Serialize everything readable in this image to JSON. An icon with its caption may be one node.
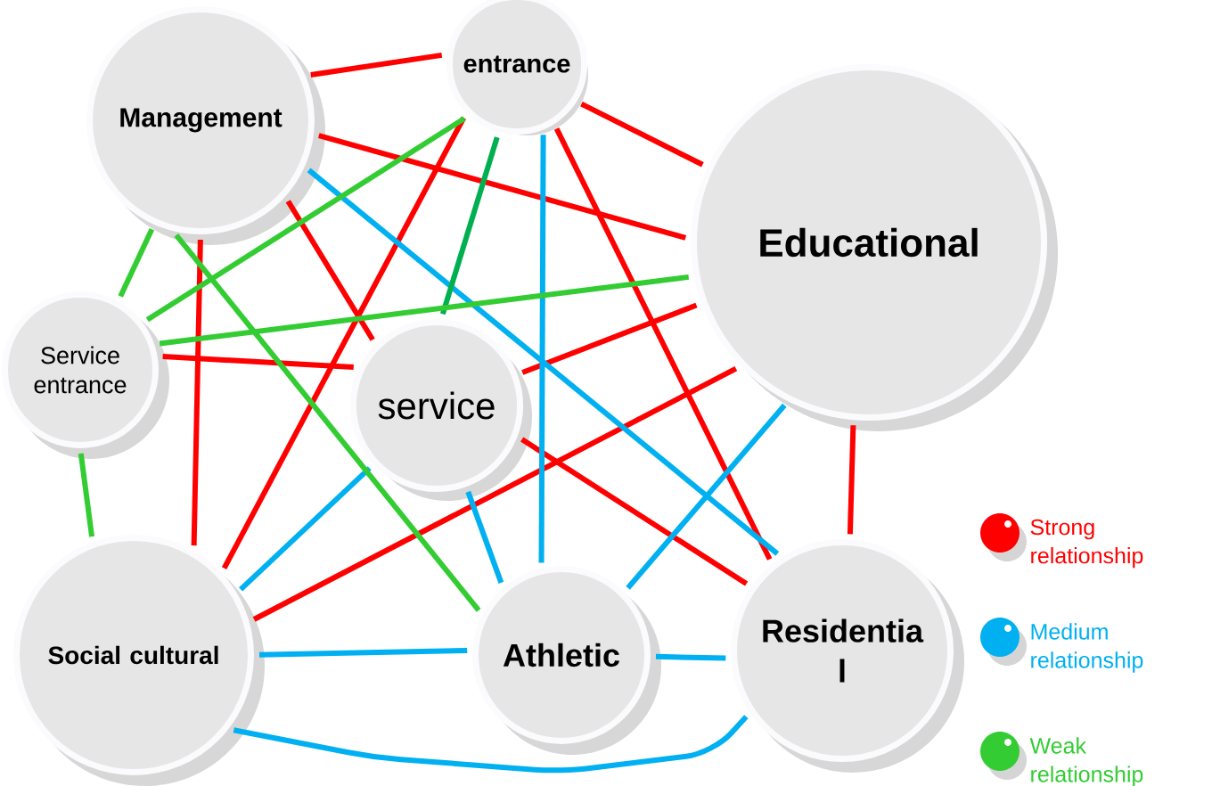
{
  "diagram": {
    "nodes": [
      {
        "text": [
          "Management"
        ]
      },
      {
        "text": [
          "entrance"
        ]
      },
      {
        "text": [
          "Educational"
        ]
      },
      {
        "text": [
          "Service entrance"
        ]
      },
      {
        "text": [
          "service"
        ]
      },
      {
        "text": [
          "Social cultural"
        ]
      },
      {
        "text": [
          "Athletic"
        ]
      },
      {
        "text": [
          "Residentia l"
        ]
      }
    ],
    "edges": [
      {
        "from": 0,
        "to": 1,
        "arrow": "none"
      },
      {
        "from": 1,
        "to": 2,
        "arrow": "none"
      },
      {
        "from": 0,
        "to": 2,
        "arrow": "none"
      },
      {
        "from": 0,
        "to": 4,
        "arrow": "none"
      },
      {
        "from": 0,
        "to": 5,
        "arrow": "none"
      },
      {
        "from": 1,
        "to": 5,
        "arrow": "none"
      },
      {
        "from": 1,
        "to": 7,
        "arrow": "none"
      },
      {
        "from": 3,
        "to": 4,
        "arrow": "none"
      },
      {
        "from": 2,
        "to": 4,
        "arrow": "none"
      },
      {
        "from": 2,
        "to": 5,
        "arrow": "none"
      },
      {
        "from": 4,
        "to": 7,
        "arrow": "none"
      },
      {
        "from": 2,
        "to": 7,
        "arrow": "none"
      },
      {
        "from": 0,
        "to": 7,
        "arrow": "none",
        "color": "#00b0f0"
      },
      {
        "from": 1,
        "to": 6,
        "arrow": "none",
        "color": "#00b0f0"
      },
      {
        "from": 4,
        "to": 5,
        "arrow": "none",
        "color": "#00b0f0"
      },
      {
        "from": 4,
        "to": 6,
        "arrow": "none",
        "color": "#00b0f0"
      },
      {
        "from": 2,
        "to": 6,
        "arrow": "none",
        "color": "#00b0f0"
      },
      {
        "from": 5,
        "to": 6,
        "arrow": "none",
        "color": "#00b0f0"
      },
      {
        "from": 6,
        "to": 7,
        "arrow": "none",
        "color": "#00b0f0"
      },
      {
        "from": 5,
        "to": 7,
        "arrow": "none",
        "color": "#00b0f0"
      },
      {
        "from": 1,
        "to": 3,
        "arrow": "none",
        "color": "#33cc33"
      },
      {
        "from": 1,
        "to": 4,
        "arrow": "none",
        "color": "#00b050"
      },
      {
        "from": 0,
        "to": 3,
        "arrow": "none",
        "color": "#33cc33"
      },
      {
        "from": 0,
        "to": 6,
        "arrow": "none",
        "color": "#33cc33"
      },
      {
        "from": 3,
        "to": 2,
        "arrow": "none",
        "color": "#33cc33"
      },
      {
        "from": 3,
        "to": 5,
        "arrow": "none",
        "color": "#33cc33"
      }
    ],
    "legend": [
      {
        "text": "Strong relationship",
        "color": "#ff0000"
      },
      {
        "text": "Medium relationship",
        "color": "#00b0f0"
      },
      {
        "text": "Weak relationship",
        "color": "#33cc33"
      }
    ]
  }
}
